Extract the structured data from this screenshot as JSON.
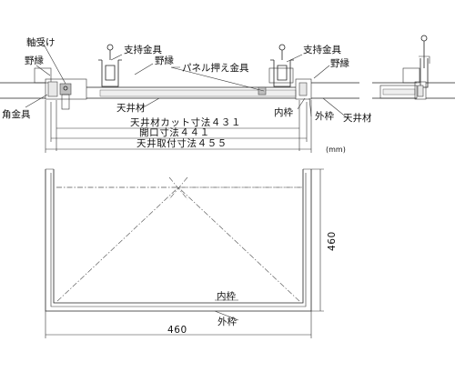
{
  "labels": {
    "shaft_bearing": "軸受け",
    "ceiling_edge_left": "野縁",
    "corner_bracket": "角金具",
    "support_bracket_1": "支持金具",
    "ceiling_edge_mid": "野縁",
    "panel_holder": "パネル押え金具",
    "support_bracket_2": "支持金具",
    "ceiling_edge_right": "野縁",
    "ceiling_material_1": "天井材",
    "inner_frame_1": "内枠",
    "outer_frame_1": "外枠",
    "ceiling_material_2": "天井材",
    "unit": "(mm)",
    "inner_frame_2": "内枠",
    "outer_frame_2": "外枠"
  },
  "dimensions": {
    "ceiling_cut": "天井材カット寸法４３１",
    "opening": "開口寸法４４１",
    "ceiling_mount": "天井取付寸法４５５",
    "width": "460",
    "height": "460"
  }
}
